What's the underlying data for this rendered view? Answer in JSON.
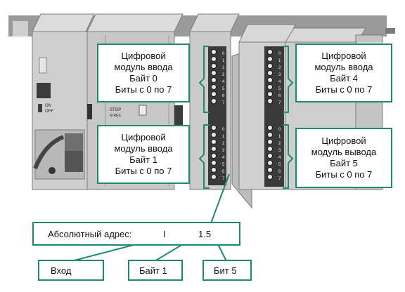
{
  "callouts": {
    "byte0": {
      "line1": "Цифровой",
      "line2": "модуль ввода",
      "line3": "Байт 0",
      "line4": "Биты с 0 по 7"
    },
    "byte1": {
      "line1": "Цифровой",
      "line2": "модуль ввода",
      "line3": "Байт 1",
      "line4": "Биты с 0 по 7"
    },
    "byte4": {
      "line1": "Цифровой",
      "line2": "модуль ввода",
      "line3": "Байт 4",
      "line4": "Биты с 0 по 7"
    },
    "byte5": {
      "line1": "Цифровой",
      "line2": "модуль вывода",
      "line3": "Байт 5",
      "line4": "Биты с 0 по 7"
    }
  },
  "address": {
    "label": "Абсолютный адрес:",
    "type": "I",
    "value": "1.5"
  },
  "legend": {
    "input": "Вход",
    "byte": "Байт 1",
    "bit": "Бит 5"
  },
  "cpu": {
    "on_label": "ON",
    "off_label": "OFF",
    "stop_label": "STOP",
    "mres_label": "M RES"
  },
  "terminal_numbers": [
    "0",
    "1",
    "2",
    "3",
    "4",
    "5",
    "6",
    "7"
  ],
  "colors": {
    "accent": "#1f8a70",
    "plc_body": "#c8c8c8",
    "plc_dark": "#6e6e6e"
  }
}
